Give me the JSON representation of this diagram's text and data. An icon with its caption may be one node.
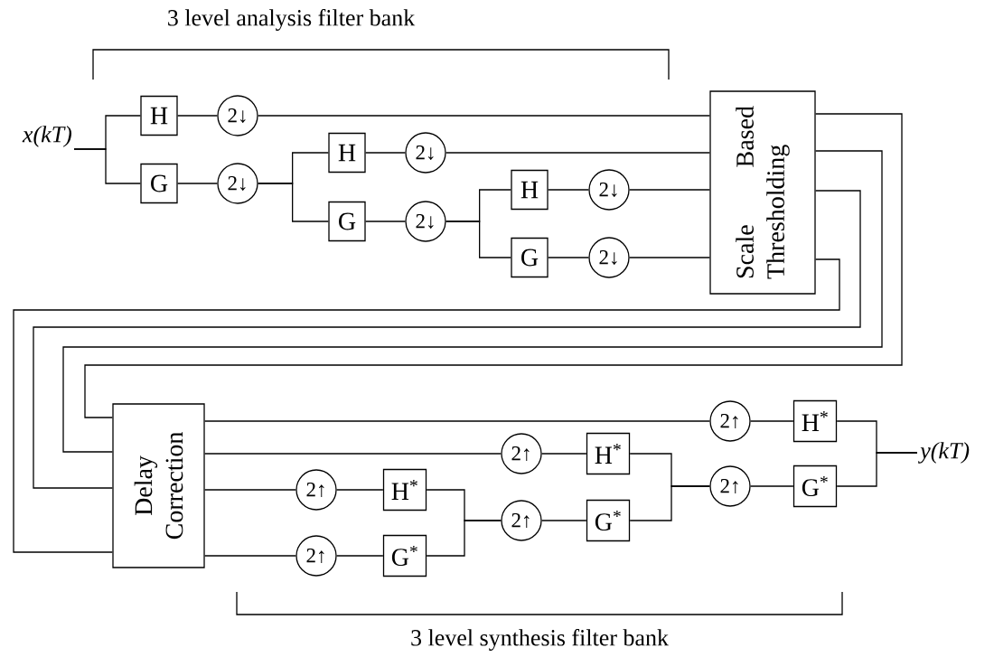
{
  "diagram": {
    "nodes": [
      {
        "text": [
          "x(kT)"
        ]
      },
      {
        "text": [
          "H"
        ]
      },
      {
        "text": [
          "2↓"
        ]
      },
      {
        "text": [
          "G"
        ]
      },
      {
        "text": [
          "2↓"
        ]
      },
      {
        "text": [
          "H"
        ]
      },
      {
        "text": [
          "2↓"
        ]
      },
      {
        "text": [
          "G"
        ]
      },
      {
        "text": [
          "2↓"
        ]
      },
      {
        "text": [
          "H"
        ]
      },
      {
        "text": [
          "2↓"
        ]
      },
      {
        "text": [
          "G"
        ]
      },
      {
        "text": [
          "2↓"
        ]
      },
      {
        "text": [
          "Scale Based Thresholding"
        ]
      },
      {
        "text": [
          "Delay Correction"
        ]
      },
      {
        "text": [
          "2↑"
        ]
      },
      {
        "text": [
          "H$^{*}$"
        ]
      },
      {
        "text": [
          "2↑"
        ]
      },
      {
        "text": [
          "G$^{*}$"
        ]
      },
      {
        "text": [
          "2↑"
        ]
      },
      {
        "text": [
          "H$^{*}$"
        ]
      },
      {
        "text": [
          "2↑"
        ]
      },
      {
        "text": [
          "G$^{*}$"
        ]
      },
      {
        "text": [
          "2↑"
        ]
      },
      {
        "text": [
          "H$^{*}$"
        ]
      },
      {
        "text": [
          "2↑"
        ]
      },
      {
        "text": [
          "G$^{*}$"
        ]
      },
      {
        "text": [
          "y(kT)"
        ]
      }
    ],
    "edges": [
      {
        "from": 0,
        "to": 1,
        "arrow": "none"
      },
      {
        "from": 0,
        "to": 3,
        "arrow": "none"
      },
      {
        "from": 1,
        "to": 2,
        "arrow": "none"
      },
      {
        "from": 2,
        "to": 13,
        "arrow": "none"
      },
      {
        "from": 3,
        "to": 4,
        "arrow": "none"
      },
      {
        "from": 4,
        "to": 5,
        "arrow": "none"
      },
      {
        "from": 4,
        "to": 7,
        "arrow": "none"
      },
      {
        "from": 5,
        "to": 6,
        "arrow": "none"
      },
      {
        "from": 6,
        "to": 13,
        "arrow": "none"
      },
      {
        "from": 7,
        "to": 8,
        "arrow": "none"
      },
      {
        "from": 8,
        "to": 9,
        "arrow": "none"
      },
      {
        "from": 8,
        "to": 11,
        "arrow": "none"
      },
      {
        "from": 9,
        "to": 10,
        "arrow": "none"
      },
      {
        "from": 10,
        "to": 13,
        "arrow": "none"
      },
      {
        "from": 11,
        "to": 12,
        "arrow": "none"
      },
      {
        "from": 12,
        "to": 13,
        "arrow": "none"
      },
      {
        "from": 13,
        "to": 14,
        "arrow": "none"
      },
      {
        "from": 13,
        "to": 14,
        "arrow": "none"
      },
      {
        "from": 13,
        "to": 14,
        "arrow": "none"
      },
      {
        "from": 13,
        "to": 14,
        "arrow": "none"
      },
      {
        "from": 14,
        "to": 23,
        "arrow": "none"
      },
      {
        "from": 14,
        "to": 19,
        "arrow": "none"
      },
      {
        "from": 14,
        "to": 15,
        "arrow": "none"
      },
      {
        "from": 14,
        "to": 17,
        "arrow": "none"
      },
      {
        "from": 15,
        "to": 16,
        "arrow": "none"
      },
      {
        "from": 17,
        "to": 18,
        "arrow": "none"
      },
      {
        "from": 16,
        "to": 21,
        "arrow": "none"
      },
      {
        "from": 18,
        "to": 21,
        "arrow": "none"
      },
      {
        "from": 19,
        "to": 20,
        "arrow": "none"
      },
      {
        "from": 21,
        "to": 22,
        "arrow": "none"
      },
      {
        "from": 20,
        "to": 25,
        "arrow": "none"
      },
      {
        "from": 22,
        "to": 25,
        "arrow": "none"
      },
      {
        "from": 23,
        "to": 24,
        "arrow": "none"
      },
      {
        "from": 25,
        "to": 26,
        "arrow": "none"
      },
      {
        "from": 24,
        "to": 27,
        "arrow": "none"
      },
      {
        "from": 26,
        "to": 27,
        "arrow": "none"
      }
    ],
    "labels": [
      "3 level analysis filter bank",
      "3 level synthesis filter bank"
    ]
  }
}
